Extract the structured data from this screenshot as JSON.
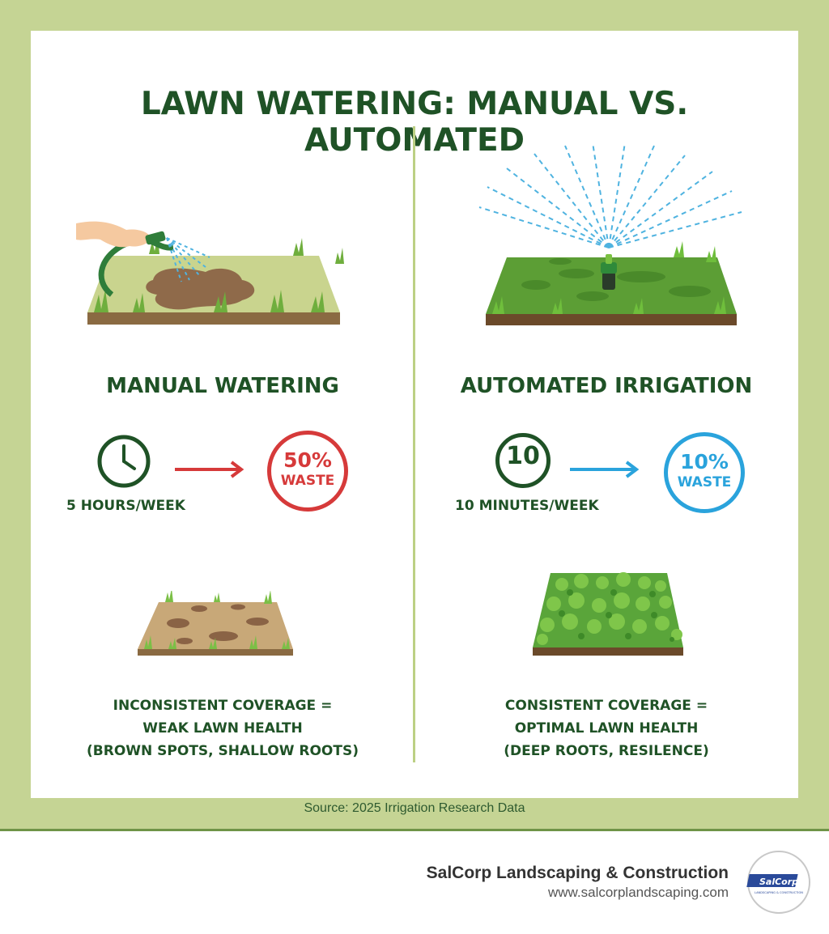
{
  "title": "LAWN WATERING: MANUAL VS. AUTOMATED",
  "manual": {
    "heading": "MANUAL WATERING",
    "time_label": "5 HOURS/WEEK",
    "waste_percent": "50%",
    "waste_word": "WASTE",
    "outcome_line1": "INCONSISTENT COVERAGE =",
    "outcome_line2": "WEAK LAWN HEALTH",
    "outcome_line3": "(BROWN SPOTS, SHALLOW ROOTS)",
    "icons": [
      "hand-hose-icon",
      "clock-icon",
      "arrow-right-icon",
      "patchy-lawn-icon"
    ],
    "accent_color": "#d63a3a"
  },
  "automated": {
    "heading": "AUTOMATED IRRIGATION",
    "time_number": "10",
    "time_label": "10 MINUTES/WEEK",
    "waste_percent": "10%",
    "waste_word": "WASTE",
    "outcome_line1": "CONSISTENT COVERAGE =",
    "outcome_line2": "OPTIMAL LAWN HEALTH",
    "outcome_line3": "(DEEP ROOTS, RESILENCE)",
    "icons": [
      "sprinkler-icon",
      "arrow-right-icon",
      "lush-lawn-icon"
    ],
    "accent_color": "#2aa3dc"
  },
  "source": "Source: 2025 Irrigation Research Data",
  "footer": {
    "company": "SalCorp Landscaping & Construction",
    "website": "www.salcorplandscaping.com",
    "logo_text": "SalCorp",
    "logo_subtext": "LANDSCAPING & CONSTRUCTION"
  },
  "colors": {
    "background": "#c5d494",
    "title_green": "#1f5226",
    "divider": "#bcd084"
  }
}
